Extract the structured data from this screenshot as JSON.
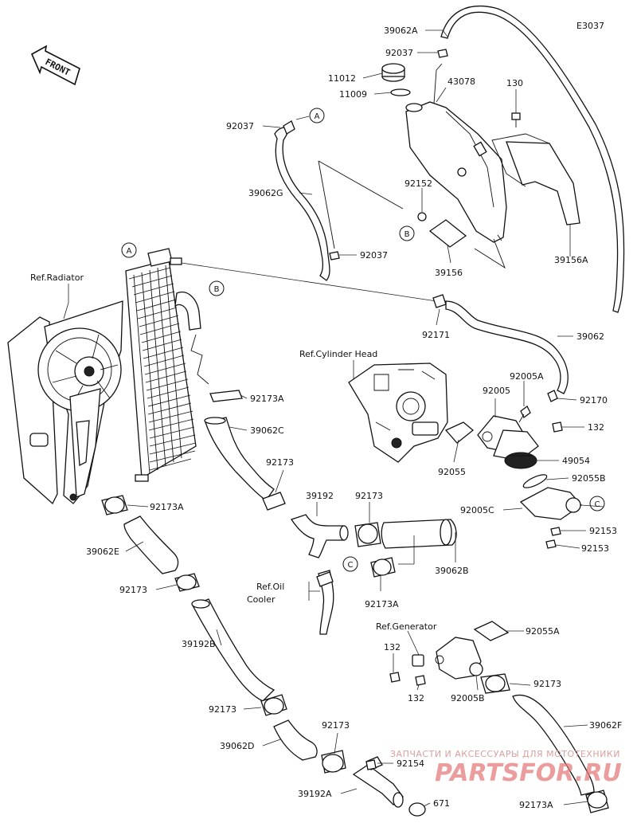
{
  "diagram_code": "E3037",
  "front_label": "FRONT",
  "callouts": {
    "a1": "A",
    "a2": "A",
    "b1": "B",
    "b2": "B",
    "c1": "C",
    "c2": "C"
  },
  "labels": {
    "p39062A": "39062A",
    "p92037_top": "92037",
    "p11012": "11012",
    "p11009": "11009",
    "p43078": "43078",
    "p130": "130",
    "p92037_left": "92037",
    "p92152": "92152",
    "p39062G": "39062G",
    "p92037_mid": "92037",
    "p39156": "39156",
    "p39156A": "39156A",
    "ref_radiator": "Ref.Radiator",
    "p92171": "92171",
    "p39062": "39062",
    "ref_cyl_head": "Ref.Cylinder Head",
    "p92005A": "92005A",
    "p92005": "92005",
    "p92170": "92170",
    "p132_a": "132",
    "p92173A_a": "92173A",
    "p39062C": "39062C",
    "p92173_a": "92173",
    "p92055": "92055",
    "p49054": "49054",
    "p92055B": "92055B",
    "p92005C": "92005C",
    "p92173A_b": "92173A",
    "p39192": "39192",
    "p92173_b": "92173",
    "p92153_a": "92153",
    "p92153_b": "92153",
    "p39062E": "39062E",
    "p39062B": "39062B",
    "p92173A_c": "92173A",
    "ref_oil_cooler_1": "Ref.Oil",
    "ref_oil_cooler_2": "Cooler",
    "p92173_c": "92173",
    "ref_generator": "Ref.Generator",
    "p92055A": "92055A",
    "p132_b": "132",
    "p39192B": "39192B",
    "p92173_d": "92173",
    "p132_c": "132",
    "p92005B": "92005B",
    "p92173_e": "92173",
    "p39062F": "39062F",
    "p39062D": "39062D",
    "p92173_f": "92173",
    "p92154": "92154",
    "p39192A": "39192A",
    "p671": "671",
    "p92173A_d": "92173A"
  },
  "watermark": {
    "line1": "ЗАПЧАСТИ И АКСЕССУАРЫ ДЛЯ МОТОТЕХНИКИ",
    "line2": "PARTSFOR.RU"
  }
}
